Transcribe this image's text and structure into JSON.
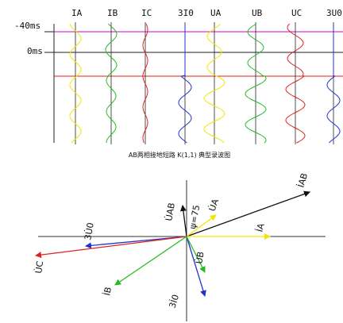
{
  "waveform": {
    "time_labels": {
      "pre": "-40ms",
      "zero": "0ms"
    },
    "channels": [
      {
        "label": "IA",
        "color": "#f2e600"
      },
      {
        "label": "IB",
        "color": "#22bb22"
      },
      {
        "label": "IC",
        "color": "#dd2222"
      },
      {
        "label": "3I0",
        "color": "#2233cc"
      },
      {
        "label": "UA",
        "color": "#f2e600"
      },
      {
        "label": "UB",
        "color": "#22bb22"
      },
      {
        "label": "UC",
        "color": "#dd2222"
      },
      {
        "label": "3U0",
        "color": "#2233cc"
      }
    ],
    "marker_colors": {
      "top": "#cc00cc",
      "fault": "#dd2222"
    }
  },
  "caption": "AB两相接地短路 K(1,1) 典型录波图",
  "phasor": {
    "angle_label": "ψ=75",
    "vectors": [
      {
        "label": "İAB",
        "color": "#111111"
      },
      {
        "label": "U̇A",
        "color": "#f2e600"
      },
      {
        "label": "İA",
        "color": "#f2e600"
      },
      {
        "label": "U̇AB",
        "color": "#111111"
      },
      {
        "label": "3U̇0",
        "color": "#2233cc"
      },
      {
        "label": "U̇C",
        "color": "#dd2222"
      },
      {
        "label": "İB",
        "color": "#22bb22"
      },
      {
        "label": "3İ0",
        "color": "#2233cc"
      },
      {
        "label": "U̇B",
        "color": "#22bb22"
      }
    ]
  }
}
